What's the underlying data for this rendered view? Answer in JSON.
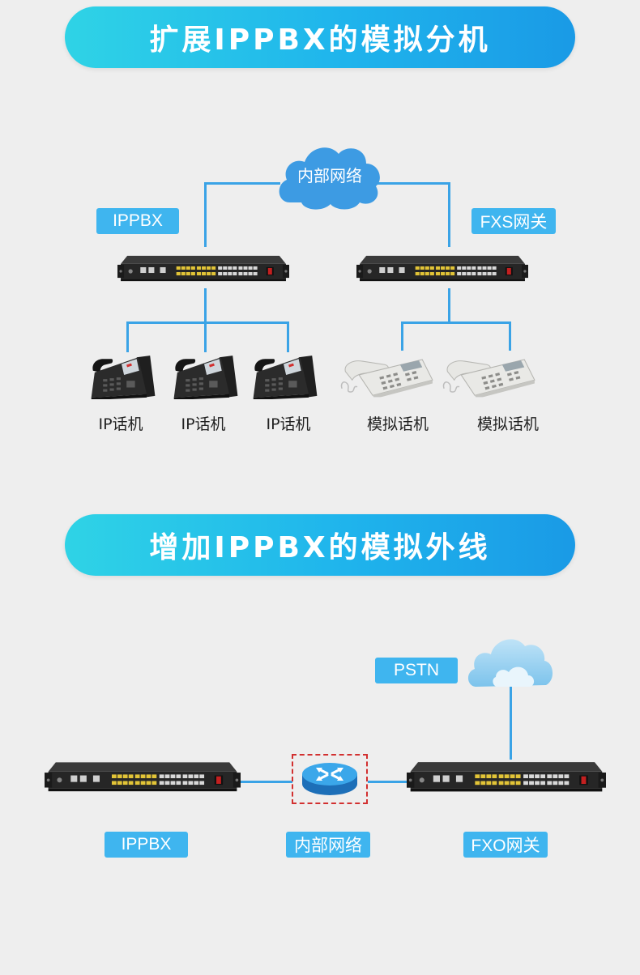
{
  "section1": {
    "title": "扩展IPPBX的模拟分机",
    "cloud_label": "内部网络",
    "left_device_tag": "IPPBX",
    "right_device_tag": "FXS网关",
    "ip_phones": [
      "IP话机",
      "IP话机",
      "IP话机"
    ],
    "analog_phones": [
      "模拟话机",
      "模拟话机"
    ]
  },
  "section2": {
    "title": "增加IPPBX的模拟外线",
    "pstn_tag": "PSTN",
    "left_device_tag": "IPPBX",
    "center_tag": "内部网络",
    "right_device_tag": "FXO网关"
  },
  "colors": {
    "banner_start": "#2fd3e6",
    "banner_end": "#1a9ae6",
    "tag_bg": "#3fb5ef",
    "line": "#3aa3e6",
    "cloud": "#3d9be3",
    "device_body": "#2b2b2b",
    "port_yellow": "#e2c437",
    "router_outline": "#d23030"
  },
  "icons": [
    "cloud-icon",
    "switch-device-icon",
    "ip-phone-icon",
    "analog-phone-icon",
    "router-icon"
  ]
}
